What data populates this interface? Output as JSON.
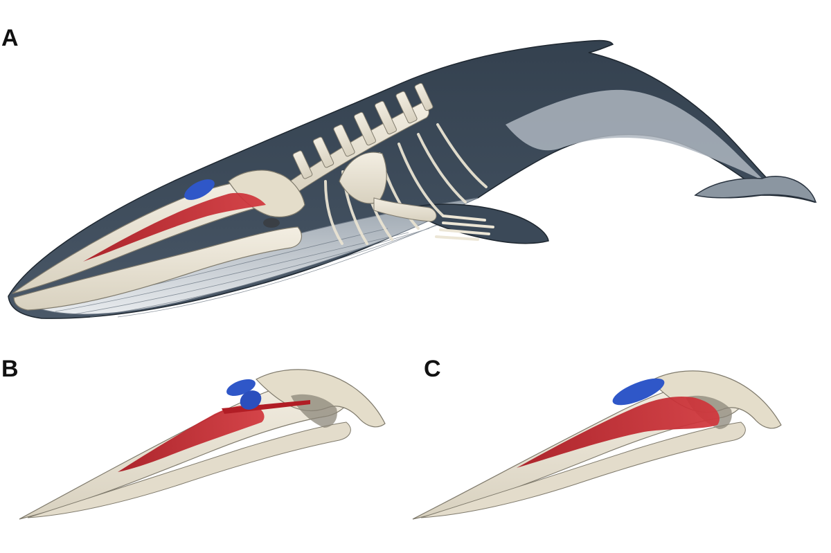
{
  "panels": {
    "a": {
      "label": "A"
    },
    "b": {
      "label": "B"
    },
    "c": {
      "label": "C"
    }
  },
  "colors": {
    "background": "#ffffff",
    "whale_body_dark": "#2b3947",
    "whale_body_mid": "#3e4e5e",
    "whale_belly": "#dfe3e8",
    "bone": "#ece6d6",
    "bone_shadow": "#8c8779",
    "muscle_red": "#c0262d",
    "muscle_blue": "#2f57c8"
  },
  "icons": [
    "whale-illustration",
    "skull-illustration"
  ]
}
